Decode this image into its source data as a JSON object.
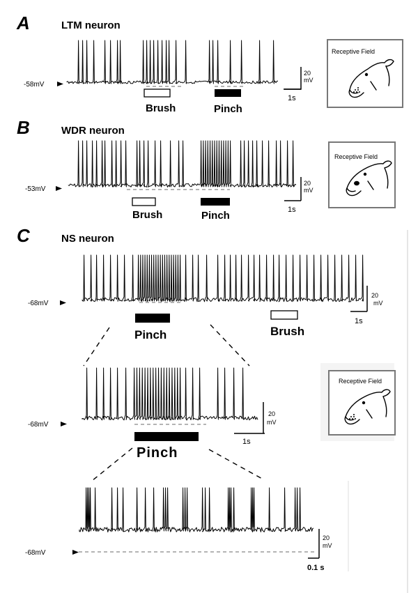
{
  "panels": {
    "A": {
      "letter": "A",
      "title": "LTM neuron",
      "membrane": "-58mV",
      "stimuli": {
        "brush": "Brush",
        "pinch": "Pinch"
      },
      "scalebar": {
        "amp_value": "20",
        "amp_unit": "mV",
        "time": "1s"
      },
      "receptive_field": "Receptive Field"
    },
    "B": {
      "letter": "B",
      "title": "WDR neuron",
      "membrane": "-53mV",
      "stimuli": {
        "brush": "Brush",
        "pinch": "Pinch"
      },
      "scalebar": {
        "amp_value": "20",
        "amp_unit": "mV",
        "time": "1s"
      },
      "receptive_field": "Receptive Field"
    },
    "C": {
      "letter": "C",
      "title": "NS neuron",
      "membrane": "-68mV",
      "stimuli": {
        "pinch": "Pinch",
        "brush": "Brush"
      },
      "scalebar": {
        "amp_value": "20",
        "amp_unit": "mV",
        "time": "1s"
      },
      "zoom1": {
        "membrane": "-68mV",
        "pinch": "Pinch",
        "scalebar": {
          "amp_value": "20",
          "amp_unit": "mV",
          "time": "1s"
        },
        "receptive_field": "Receptive Field"
      },
      "zoom2": {
        "membrane": "-68mV",
        "scalebar": {
          "amp_value": "20",
          "amp_unit": "mV",
          "time": "0.1 s"
        }
      }
    }
  }
}
